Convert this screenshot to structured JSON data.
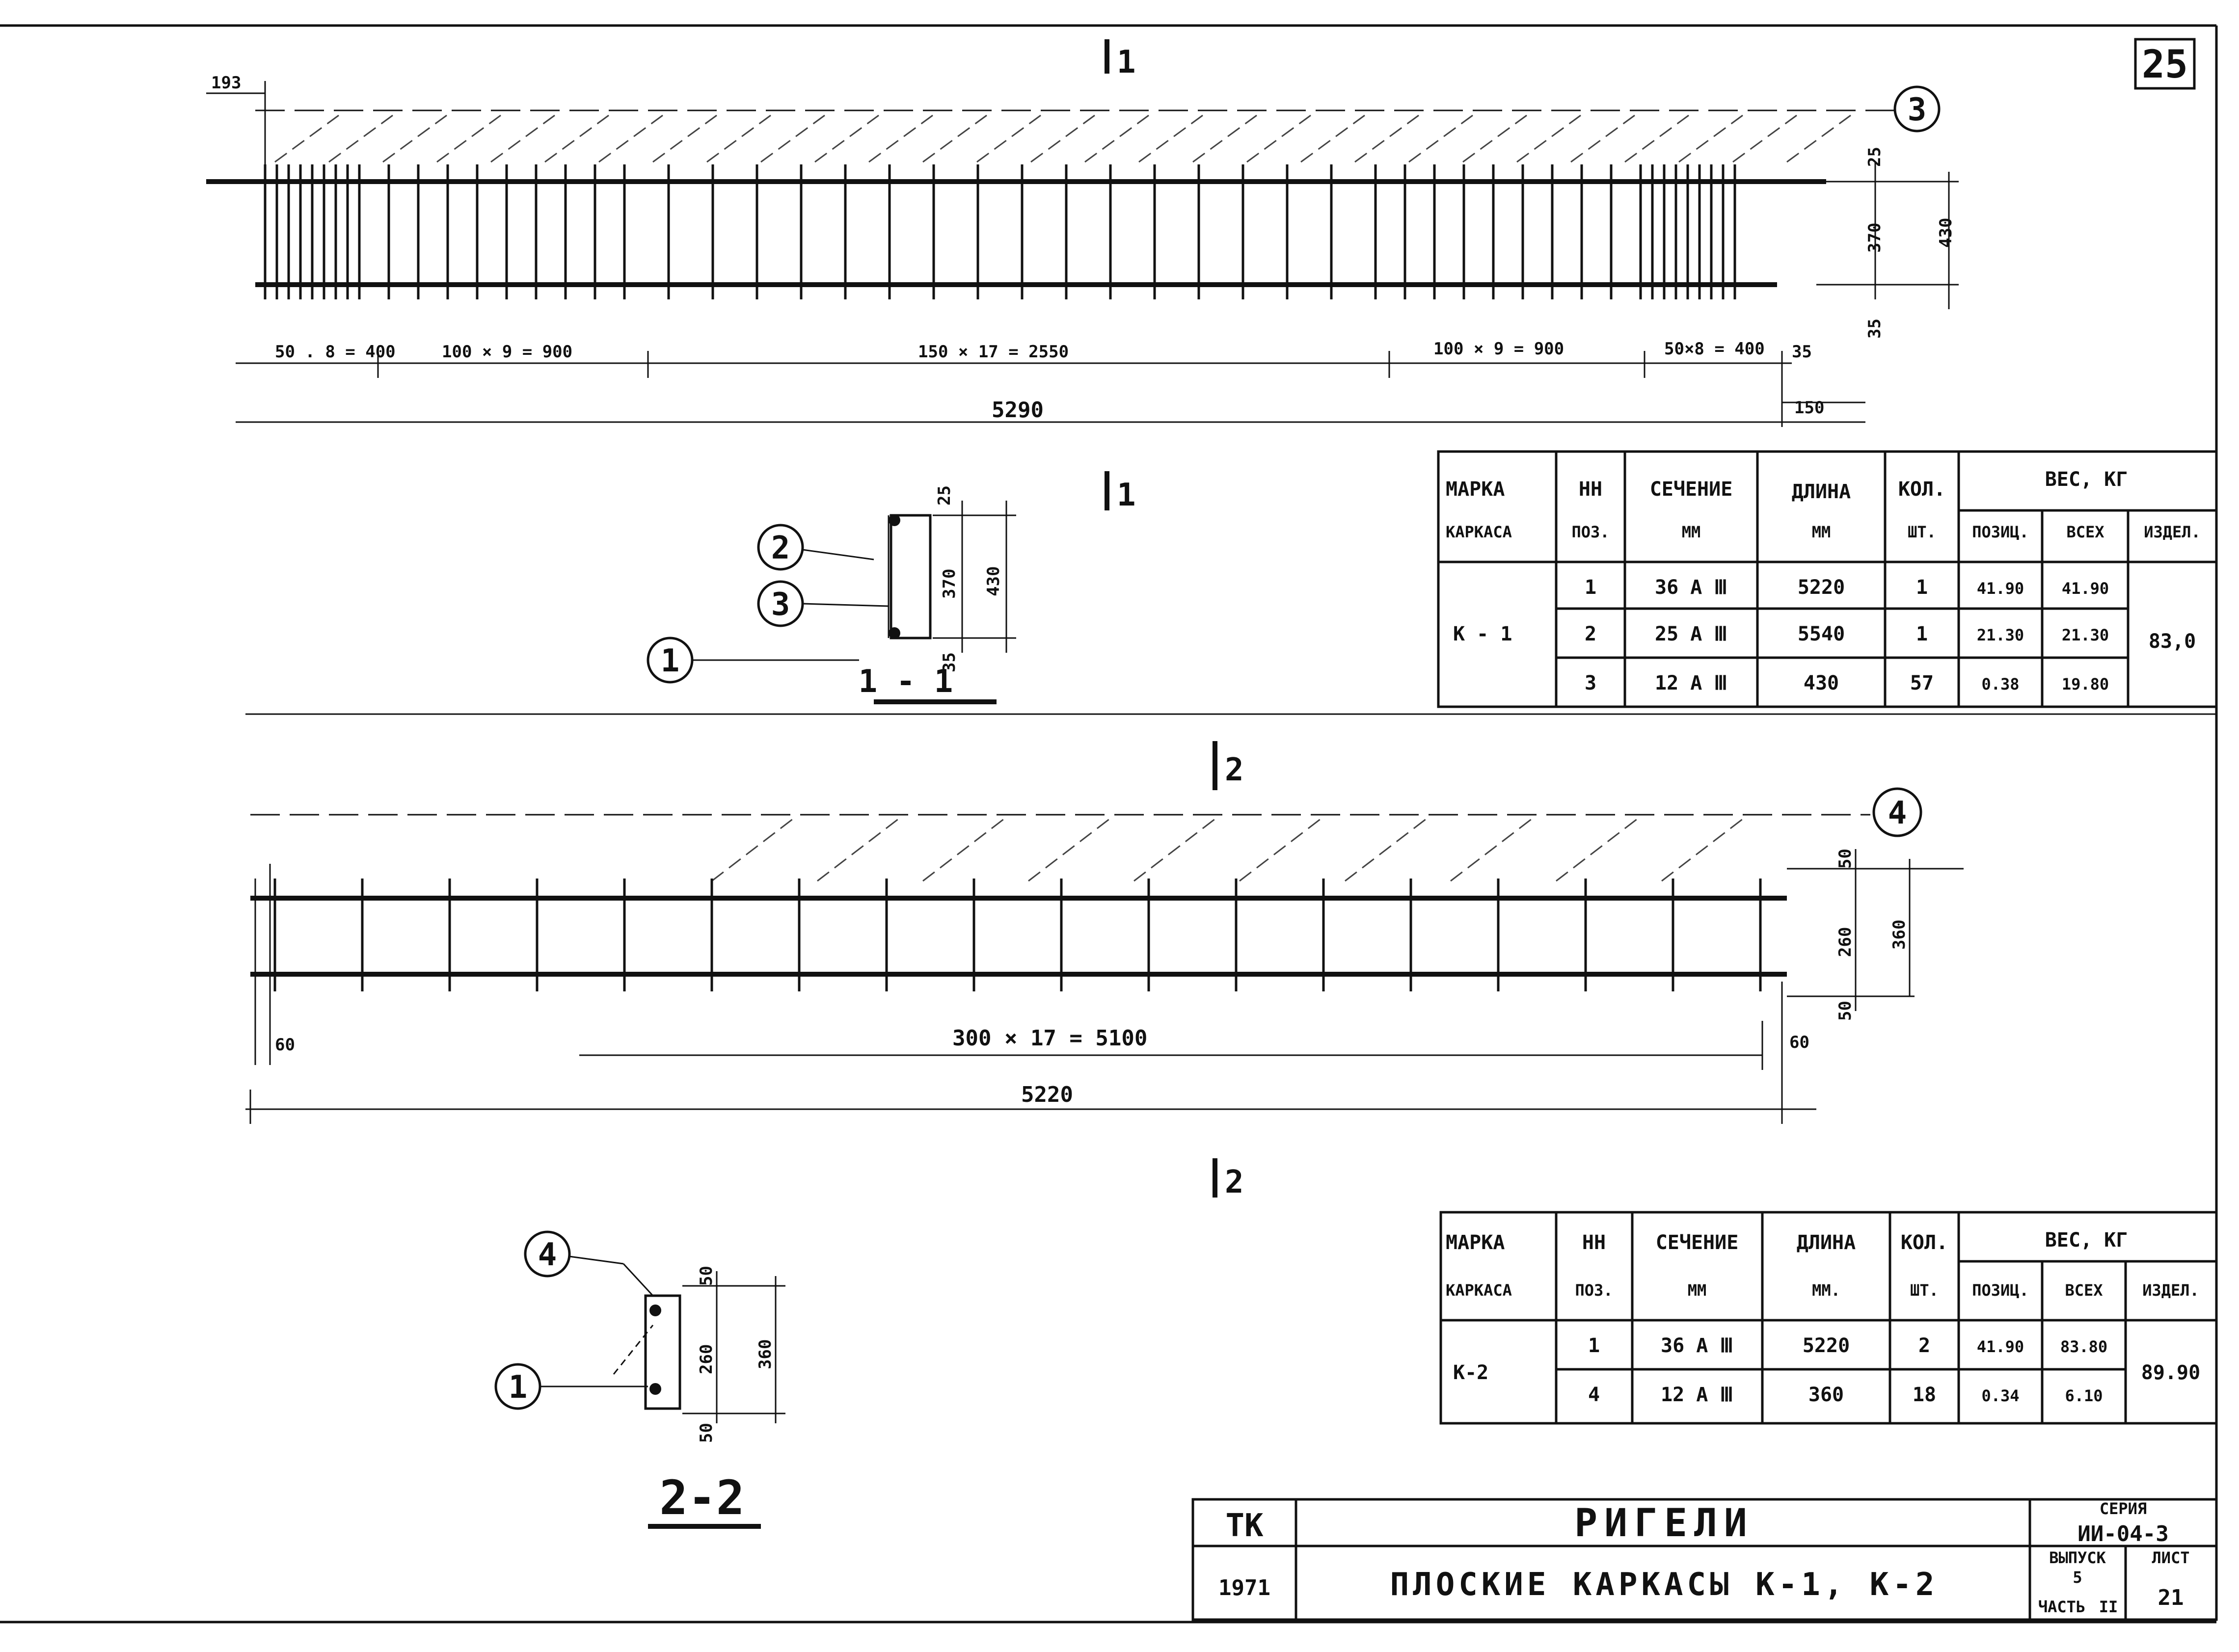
{
  "sheet_number": "25",
  "elevation1": {
    "cut_label_top": "1",
    "cut_label_bottom": "1",
    "callout": "3",
    "dim_left_offset": "193",
    "dims_bottom": [
      "50 . 8 = 400",
      "100 × 9 = 900",
      "150 × 17 = 2550",
      "100 × 9 = 900",
      "50×8 = 400",
      "35"
    ],
    "total_length": "5290",
    "end_offset": "150",
    "dims_right": [
      "25",
      "370",
      "430",
      "35"
    ]
  },
  "section1": {
    "title": "1 - 1",
    "callouts": [
      "2",
      "3",
      "1"
    ],
    "dims": [
      "25",
      "370",
      "430",
      "35"
    ]
  },
  "table1": {
    "headers": {
      "mark": [
        "МАРКА",
        "КАРКАСА"
      ],
      "pos": [
        "НН",
        "ПОЗ."
      ],
      "section": [
        "СЕЧЕНИЕ",
        "ММ"
      ],
      "length": [
        "ДЛИНА",
        "ММ"
      ],
      "qty": [
        "КОЛ.",
        "ШТ."
      ],
      "weight": "ВЕС, КГ",
      "weight_pos": "ПОЗИЦ.",
      "weight_all": "ВСЕХ",
      "weight_item": "ИЗДЕЛ."
    },
    "mark": "К - 1",
    "item_weight": "83,0",
    "rows": [
      {
        "pos": "1",
        "section": "36 A Ⅲ",
        "length": "5220",
        "qty": "1",
        "w_pos": "41.90",
        "w_all": "41.90"
      },
      {
        "pos": "2",
        "section": "25 A Ⅲ",
        "length": "5540",
        "qty": "1",
        "w_pos": "21.30",
        "w_all": "21.30"
      },
      {
        "pos": "3",
        "section": "12 A Ⅲ",
        "length": "430",
        "qty": "57",
        "w_pos": "0.38",
        "w_all": "19.80"
      }
    ]
  },
  "elevation2": {
    "cut_label_top": "2",
    "cut_label_bottom": "2",
    "callout": "4",
    "left_offset": "60",
    "right_offset": "60",
    "spacing": "300 × 17 = 5100",
    "total_length": "5220",
    "dims_right": [
      "50",
      "260",
      "360",
      "50"
    ]
  },
  "section2": {
    "title": "2-2",
    "callouts": [
      "4",
      "1"
    ],
    "dims": [
      "50",
      "260",
      "360",
      "50"
    ]
  },
  "table2": {
    "headers": {
      "mark": [
        "МАРКА",
        "КАРКАСА"
      ],
      "pos": [
        "НН",
        "ПОЗ."
      ],
      "section": [
        "СЕЧЕНИЕ",
        "ММ"
      ],
      "length": [
        "ДЛИНА",
        "ММ."
      ],
      "qty": [
        "КОЛ.",
        "ШТ."
      ],
      "weight": "ВЕС, КГ",
      "weight_pos": "ПОЗИЦ.",
      "weight_all": "ВСЕХ",
      "weight_item": "ИЗДЕЛ."
    },
    "mark": "К-2",
    "item_weight": "89.90",
    "rows": [
      {
        "pos": "1",
        "section": "36 A Ⅲ",
        "length": "5220",
        "qty": "2",
        "w_pos": "41.90",
        "w_all": "83.80"
      },
      {
        "pos": "4",
        "section": "12 A Ⅲ",
        "length": "360",
        "qty": "18",
        "w_pos": "0.34",
        "w_all": "6.10"
      }
    ]
  },
  "title_block": {
    "org": "ТК",
    "year": "1971",
    "title": "РИГЕЛИ",
    "subtitle": "ПЛОСКИЕ КАРКАСЫ К-1, К-2",
    "series_label": "СЕРИЯ",
    "series": "ИИ-04-3",
    "issue_label": "ВЫПУСК",
    "issue_value": "5",
    "part_label": "ЧАСТЬ",
    "part_value": "II",
    "sheet_label": "ЛИСТ",
    "sheet_value": "21"
  }
}
